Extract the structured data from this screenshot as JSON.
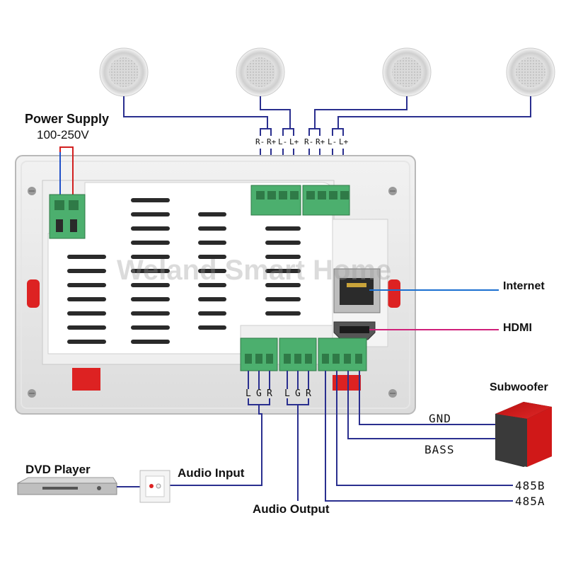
{
  "labels": {
    "power_supply": "Power Supply",
    "power_voltage": "100-250V",
    "internet": "Internet",
    "hdmi": "HDMI",
    "subwoofer": "Subwoofer",
    "gnd": "GND",
    "bass": "BASS",
    "rs485b": "485B",
    "rs485a": "485A",
    "dvd_player": "DVD Player",
    "audio_input": "Audio Input",
    "audio_output": "Audio Output",
    "watermark": "Weland Smart Home"
  },
  "speaker_pins": [
    "R-",
    "R+",
    "L-",
    "L+",
    "R-",
    "R+",
    "L-",
    "L+"
  ],
  "audio_input_pins": [
    "L",
    "G",
    "R"
  ],
  "audio_output_pins": [
    "L",
    "G",
    "R"
  ],
  "colors": {
    "speaker_wire": "#2a2f8f",
    "power_wire_red": "#d22020",
    "power_wire_blue": "#2050c8",
    "internet_wire": "#1a6fd0",
    "hdmi_wire": "#d0207a",
    "terminal_green": "#4caf6e",
    "subwoofer_red": "#d01818"
  }
}
